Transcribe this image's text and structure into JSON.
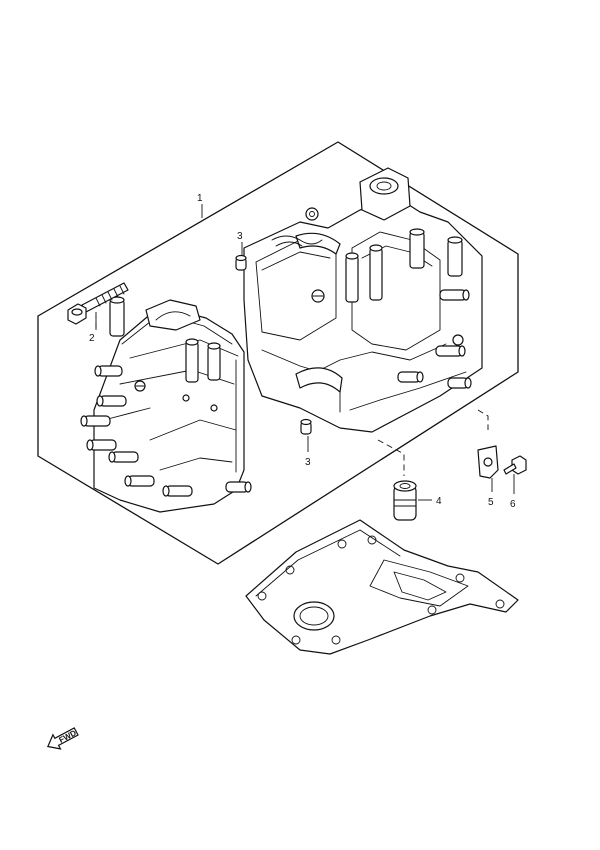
{
  "callouts": {
    "c1": "1",
    "c2": "2",
    "c3_top": "3",
    "c3_bottom": "3",
    "c4": "4",
    "c5": "5",
    "c6": "6"
  },
  "fwd_label": "FWD"
}
